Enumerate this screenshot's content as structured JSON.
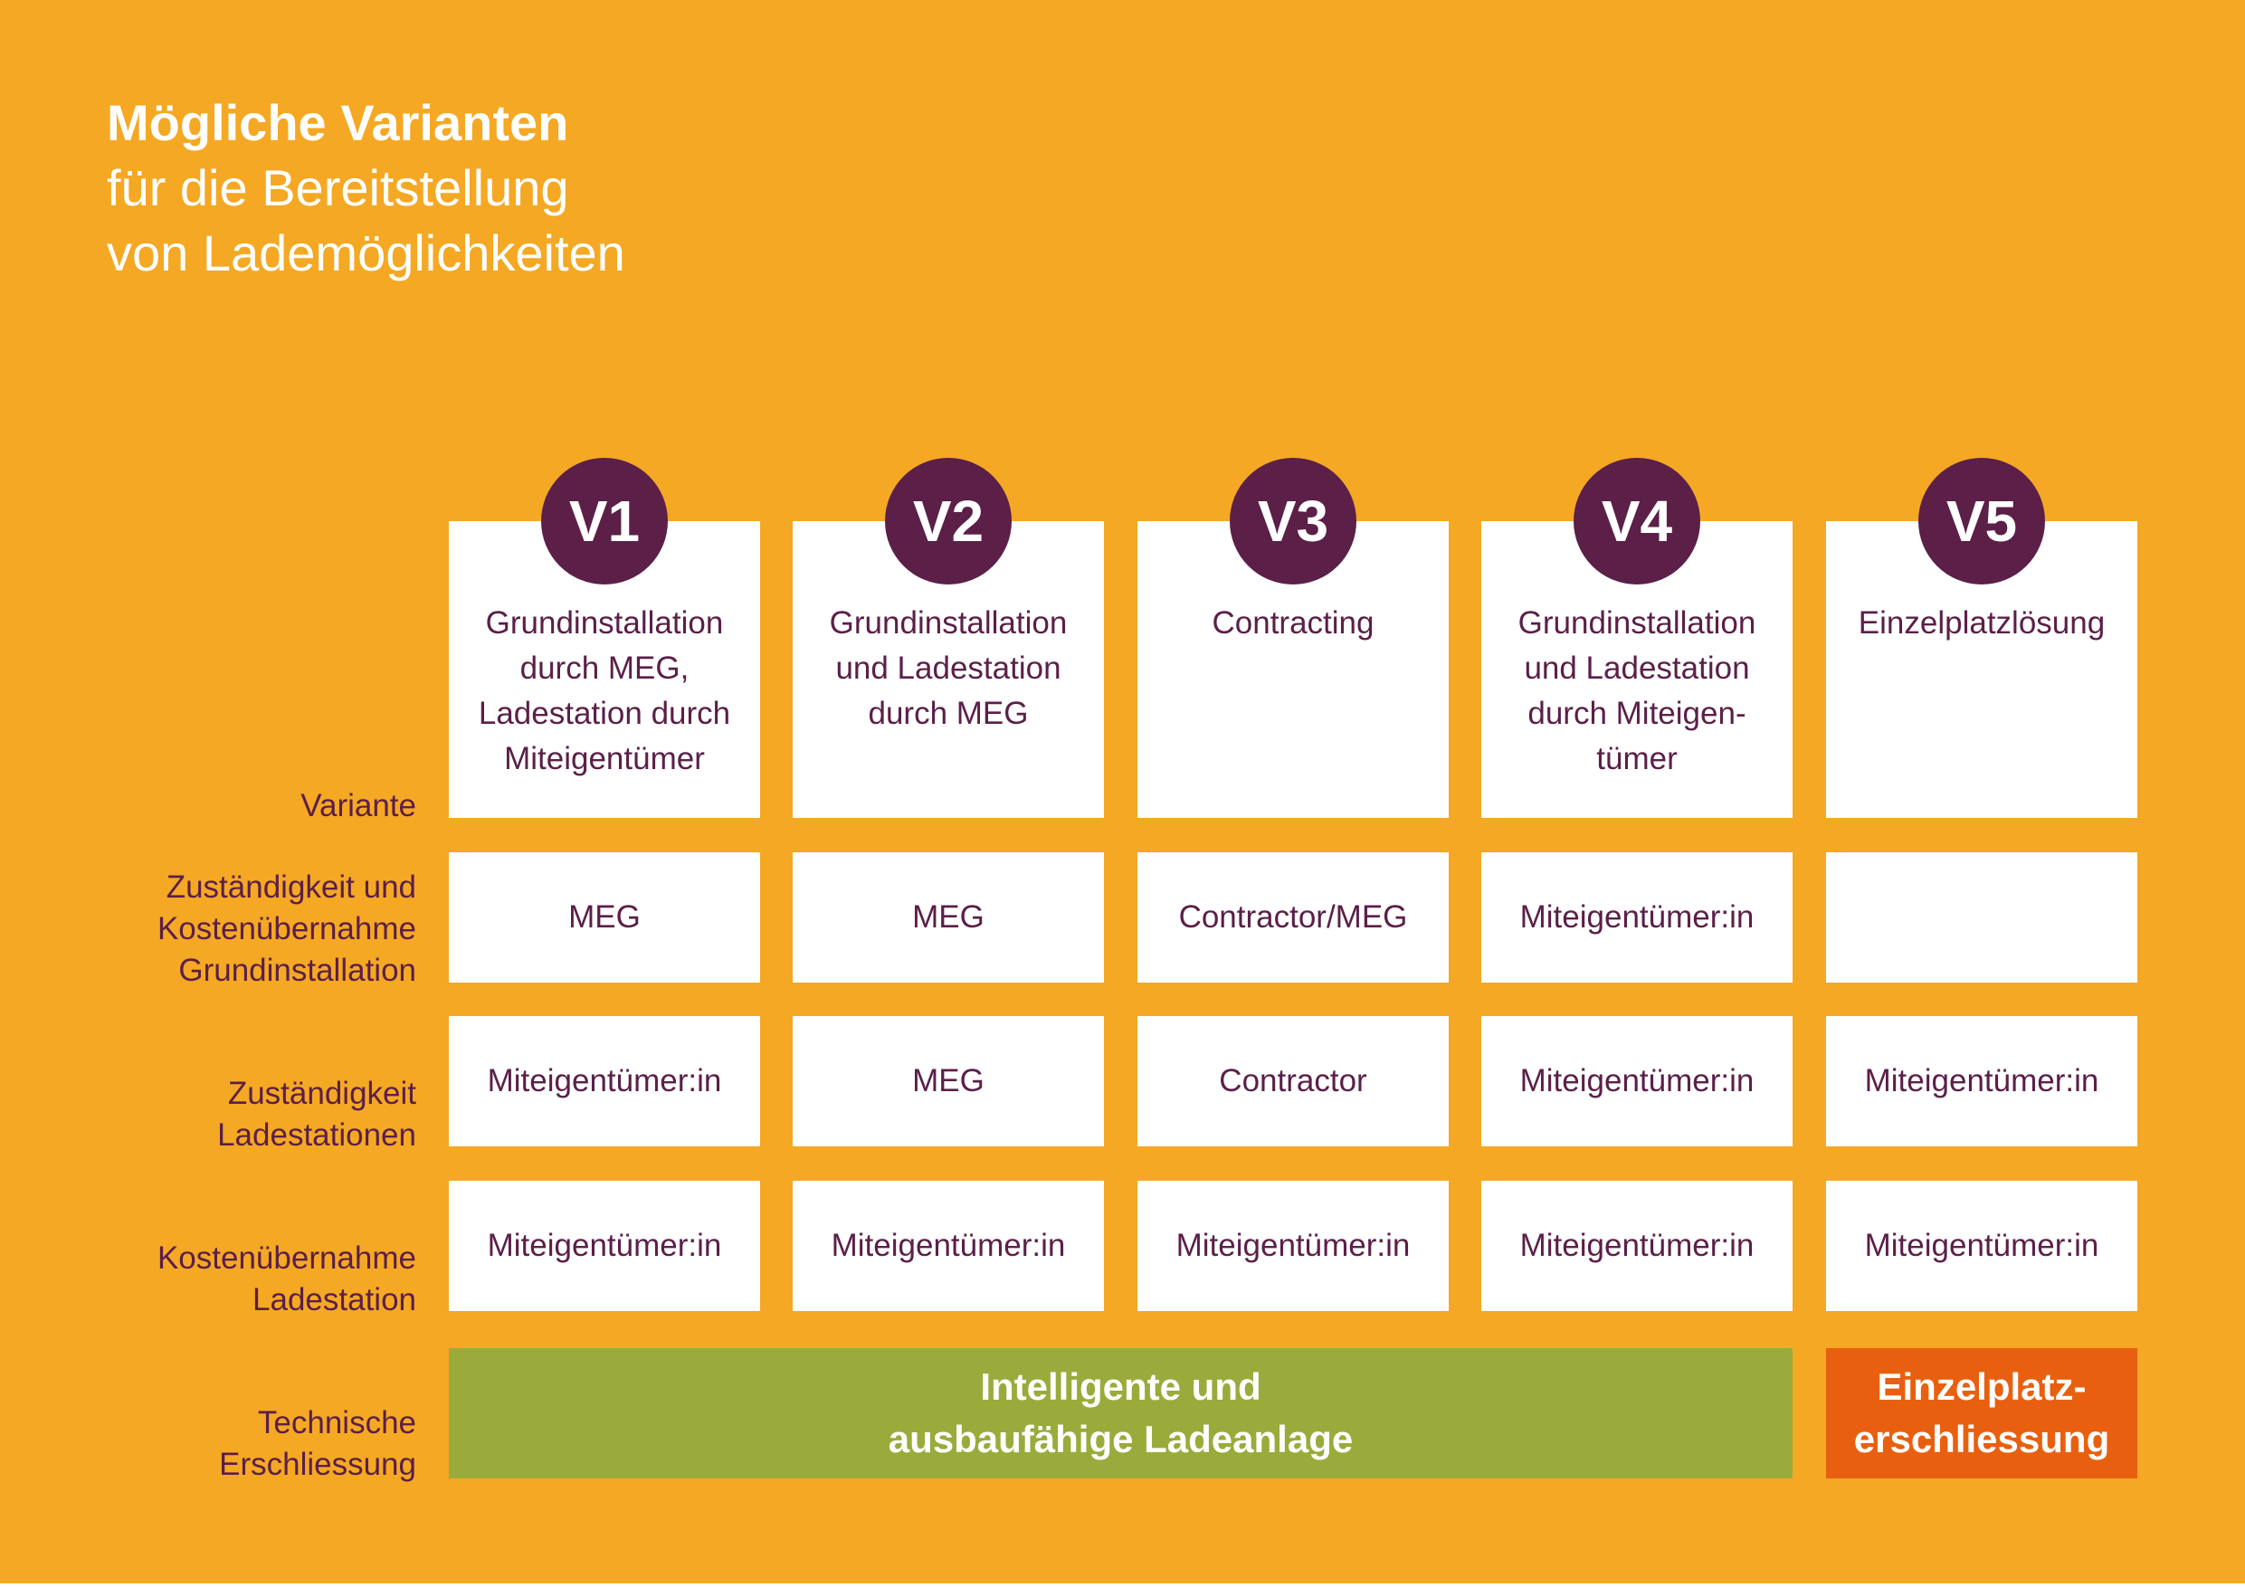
{
  "heading": {
    "title": "Mögliche Varianten",
    "line2": "für die Bereitstellung",
    "line3": "von Lademöglichkeiten"
  },
  "row_labels": {
    "variant": "Variante",
    "grund": "Zuständigkeit und\nKostenübernahme\nGrundinstallation",
    "lade": "Zuständigkeit\nLadestationen",
    "kosten": "Kostenübernahme\nLadestation",
    "tech": "Technische\nErschliessung"
  },
  "variants": [
    {
      "badge": "V1",
      "name": "Grundinstallation\ndurch MEG,\nLadestation durch\nMiteigentümer",
      "grund": "MEG",
      "lade": "Miteigentümer:in",
      "kosten": "Miteigentümer:in"
    },
    {
      "badge": "V2",
      "name": "Grundinstallation\nund Ladestation\ndurch MEG",
      "grund": "MEG",
      "lade": "MEG",
      "kosten": "Miteigentümer:in"
    },
    {
      "badge": "V3",
      "name": "Contracting",
      "grund": "Contractor/MEG",
      "lade": "Contractor",
      "kosten": "Miteigentümer:in"
    },
    {
      "badge": "V4",
      "name": "Grundinstallation\nund Ladestation\ndurch Miteigen-\ntümer",
      "grund": "Miteigentümer:in",
      "lade": "Miteigentümer:in",
      "kosten": "Miteigentümer:in"
    },
    {
      "badge": "V5",
      "name": "Einzelplatzlösung",
      "grund": "",
      "lade": "Miteigentümer:in",
      "kosten": "Miteigentümer:in"
    }
  ],
  "tech": {
    "green": "Intelligente und\nausbaufähige Ladeanlage",
    "orange": "Einzelplatz-\nerschliessung"
  },
  "colors": {
    "background": "#f5a823",
    "accent": "#5b1f48",
    "green": "#9aab3b",
    "orange": "#e8600f"
  }
}
